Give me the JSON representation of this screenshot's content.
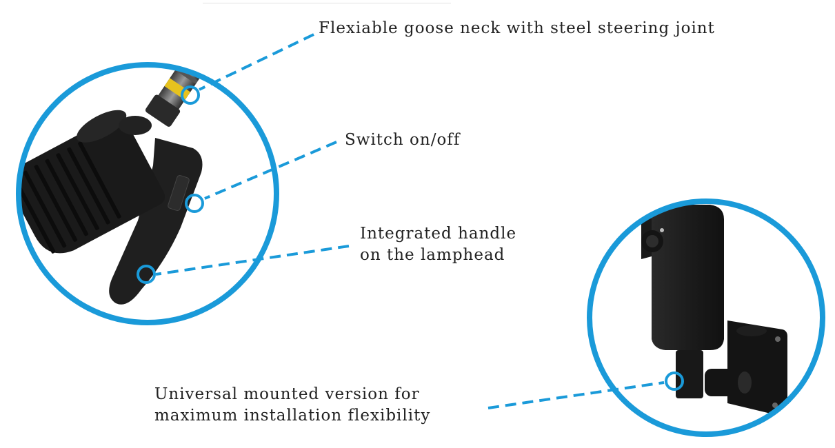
{
  "colors": {
    "accent": "#1a9ad9",
    "product": "#1b1b1b",
    "highlight": "#e6c21e",
    "text": "#222222"
  },
  "callouts": {
    "goose_neck": {
      "text": "Flexiable goose neck with steel steering joint"
    },
    "switch": {
      "text": "Switch on/off"
    },
    "handle": {
      "line1": "Integrated handle",
      "line2": "on the lamphead"
    },
    "mount": {
      "line1": "Universal mounted version for",
      "line2": "maximum installation flexibility"
    }
  }
}
